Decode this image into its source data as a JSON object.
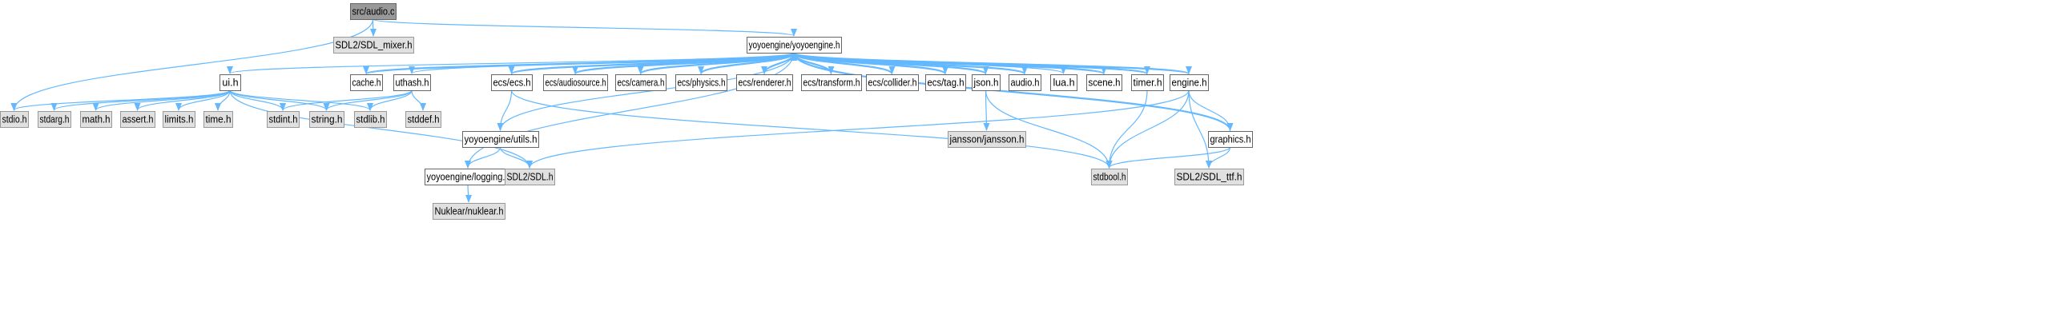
{
  "colors": {
    "edge": "#63B8FF",
    "root_fill": "#999999",
    "root_stroke": "#666666",
    "documented_fill": "#FFFFFF",
    "documented_stroke": "#666666",
    "external_fill": "#E0E0E0",
    "external_stroke": "#999999"
  },
  "nodes": {
    "src_audio_c": "src/audio.c",
    "sdl2_sdl_mixer_h": "SDL2/SDL_mixer.h",
    "yoyoengine_h": "yoyoengine/yoyoengine.h",
    "ui_h": "ui.h",
    "cache_h": "cache.h",
    "uthash_h": "uthash.h",
    "ecs_ecs_h": "ecs/ecs.h",
    "ecs_audiosource_h": "ecs/audiosource.h",
    "ecs_camera_h": "ecs/camera.h",
    "ecs_physics_h": "ecs/physics.h",
    "ecs_renderer_h": "ecs/renderer.h",
    "ecs_transform_h": "ecs/transform.h",
    "ecs_collider_h": "ecs/collider.h",
    "ecs_tag_h": "ecs/tag.h",
    "json_h": "json.h",
    "audio_h": "audio.h",
    "lua_h": "lua.h",
    "scene_h": "scene.h",
    "timer_h": "timer.h",
    "engine_h": "engine.h",
    "stdio_h": "stdio.h",
    "stdarg_h": "stdarg.h",
    "math_h": "math.h",
    "assert_h": "assert.h",
    "limits_h": "limits.h",
    "time_h": "time.h",
    "stdint_h": "stdint.h",
    "string_h": "string.h",
    "stdlib_h": "stdlib.h",
    "stddef_h": "stddef.h",
    "yoyoengine_utils_h": "yoyoengine/utils.h",
    "yoyoengine_logging_h": "yoyoengine/logging.h",
    "sdl2_sdl_h": "SDL2/SDL.h",
    "nuklear_nuklear_h": "Nuklear/nuklear.h",
    "jansson_jansson_h": "jansson/jansson.h",
    "stdbool_h": "stdbool.h",
    "graphics_h": "graphics.h",
    "sdl2_sdl_ttf_h": "SDL2/SDL_ttf.h"
  },
  "edges": [
    [
      "src_audio_c",
      "sdl2_sdl_mixer_h"
    ],
    [
      "src_audio_c",
      "yoyoengine_h"
    ],
    [
      "src_audio_c",
      "stdio_h"
    ],
    [
      "yoyoengine_h",
      "ui_h"
    ],
    [
      "yoyoengine_h",
      "cache_h"
    ],
    [
      "yoyoengine_h",
      "uthash_h"
    ],
    [
      "yoyoengine_h",
      "ecs_ecs_h"
    ],
    [
      "yoyoengine_h",
      "ecs_audiosource_h"
    ],
    [
      "yoyoengine_h",
      "ecs_camera_h"
    ],
    [
      "yoyoengine_h",
      "ecs_physics_h"
    ],
    [
      "yoyoengine_h",
      "ecs_renderer_h"
    ],
    [
      "yoyoengine_h",
      "ecs_transform_h"
    ],
    [
      "yoyoengine_h",
      "ecs_collider_h"
    ],
    [
      "yoyoengine_h",
      "ecs_tag_h"
    ],
    [
      "yoyoengine_h",
      "json_h"
    ],
    [
      "yoyoengine_h",
      "audio_h"
    ],
    [
      "yoyoengine_h",
      "lua_h"
    ],
    [
      "yoyoengine_h",
      "scene_h"
    ],
    [
      "yoyoengine_h",
      "timer_h"
    ],
    [
      "yoyoengine_h",
      "engine_h"
    ],
    [
      "yoyoengine_h",
      "graphics_h"
    ],
    [
      "yoyoengine_h",
      "yoyoengine_utils_h"
    ],
    [
      "yoyoengine_h",
      "yoyoengine_logging_h"
    ],
    [
      "cache_h",
      "yoyoengine_h"
    ],
    [
      "ecs_ecs_h",
      "yoyoengine_h"
    ],
    [
      "ecs_audiosource_h",
      "yoyoengine_h"
    ],
    [
      "ecs_camera_h",
      "yoyoengine_h"
    ],
    [
      "ecs_physics_h",
      "yoyoengine_h"
    ],
    [
      "ecs_renderer_h",
      "yoyoengine_h"
    ],
    [
      "ecs_transform_h",
      "yoyoengine_h"
    ],
    [
      "ecs_collider_h",
      "yoyoengine_h"
    ],
    [
      "ecs_tag_h",
      "yoyoengine_h"
    ],
    [
      "json_h",
      "yoyoengine_h"
    ],
    [
      "audio_h",
      "yoyoengine_h"
    ],
    [
      "scene_h",
      "yoyoengine_h"
    ],
    [
      "timer_h",
      "yoyoengine_h"
    ],
    [
      "engine_h",
      "yoyoengine_h"
    ],
    [
      "graphics_h",
      "yoyoengine_h"
    ],
    [
      "ui_h",
      "stdio_h"
    ],
    [
      "ui_h",
      "stdarg_h"
    ],
    [
      "ui_h",
      "math_h"
    ],
    [
      "ui_h",
      "assert_h"
    ],
    [
      "ui_h",
      "limits_h"
    ],
    [
      "ui_h",
      "time_h"
    ],
    [
      "ui_h",
      "stdint_h"
    ],
    [
      "ui_h",
      "string_h"
    ],
    [
      "ui_h",
      "stdlib_h"
    ],
    [
      "ui_h",
      "sdl2_sdl_h"
    ],
    [
      "uthash_h",
      "stdint_h"
    ],
    [
      "uthash_h",
      "string_h"
    ],
    [
      "uthash_h",
      "stdlib_h"
    ],
    [
      "uthash_h",
      "stddef_h"
    ],
    [
      "ecs_ecs_h",
      "yoyoengine_utils_h"
    ],
    [
      "ecs_ecs_h",
      "stdbool_h"
    ],
    [
      "yoyoengine_utils_h",
      "yoyoengine_logging_h"
    ],
    [
      "yoyoengine_utils_h",
      "sdl2_sdl_h"
    ],
    [
      "yoyoengine_logging_h",
      "nuklear_nuklear_h"
    ],
    [
      "json_h",
      "jansson_jansson_h"
    ],
    [
      "json_h",
      "stdbool_h"
    ],
    [
      "timer_h",
      "stdbool_h"
    ],
    [
      "engine_h",
      "sdl2_sdl_h"
    ],
    [
      "engine_h",
      "stdbool_h"
    ],
    [
      "engine_h",
      "sdl2_sdl_ttf_h"
    ],
    [
      "engine_h",
      "graphics_h"
    ],
    [
      "graphics_h",
      "stdbool_h"
    ],
    [
      "graphics_h",
      "sdl2_sdl_ttf_h"
    ]
  ]
}
